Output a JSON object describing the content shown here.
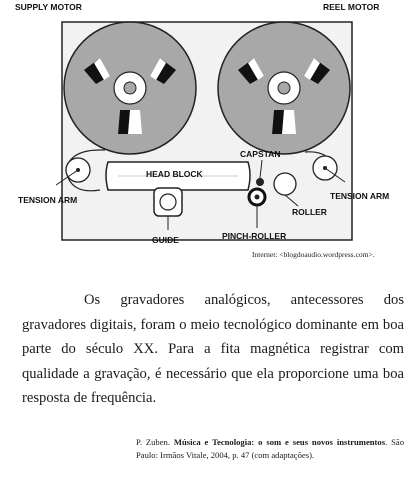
{
  "figure": {
    "labels": {
      "supply_motor": "SUPPLY MOTOR",
      "reel_motor": "REEL MOTOR",
      "capstan": "CAPSTAN",
      "head_block": "HEAD BLOCK",
      "tension_arm_left": "TENSION ARM",
      "tension_arm_right": "TENSION ARM",
      "roller": "ROLLER",
      "guide": "GUIDE",
      "pinch_roller": "PINCH-ROLLER"
    },
    "credit": "Internet: <blogdoaudio.wordpress.com>."
  },
  "text": {
    "paragraph": "Os gravadores analógicos, antecessores dos gravadores digitais, foram o meio tecnológico dominante em boa parte do século XX. Para a fita magnética registrar com qualidade a gravação, é necessário que ela proporcione uma boa resposta de frequência."
  },
  "reference": {
    "author": "P. Zuben.",
    "title": "Música e Tecnologia: o som e seus novos instrumentos",
    "details": ". São Paulo: Irmãos Vitale, 2004, p. 47 (com adaptações)."
  }
}
